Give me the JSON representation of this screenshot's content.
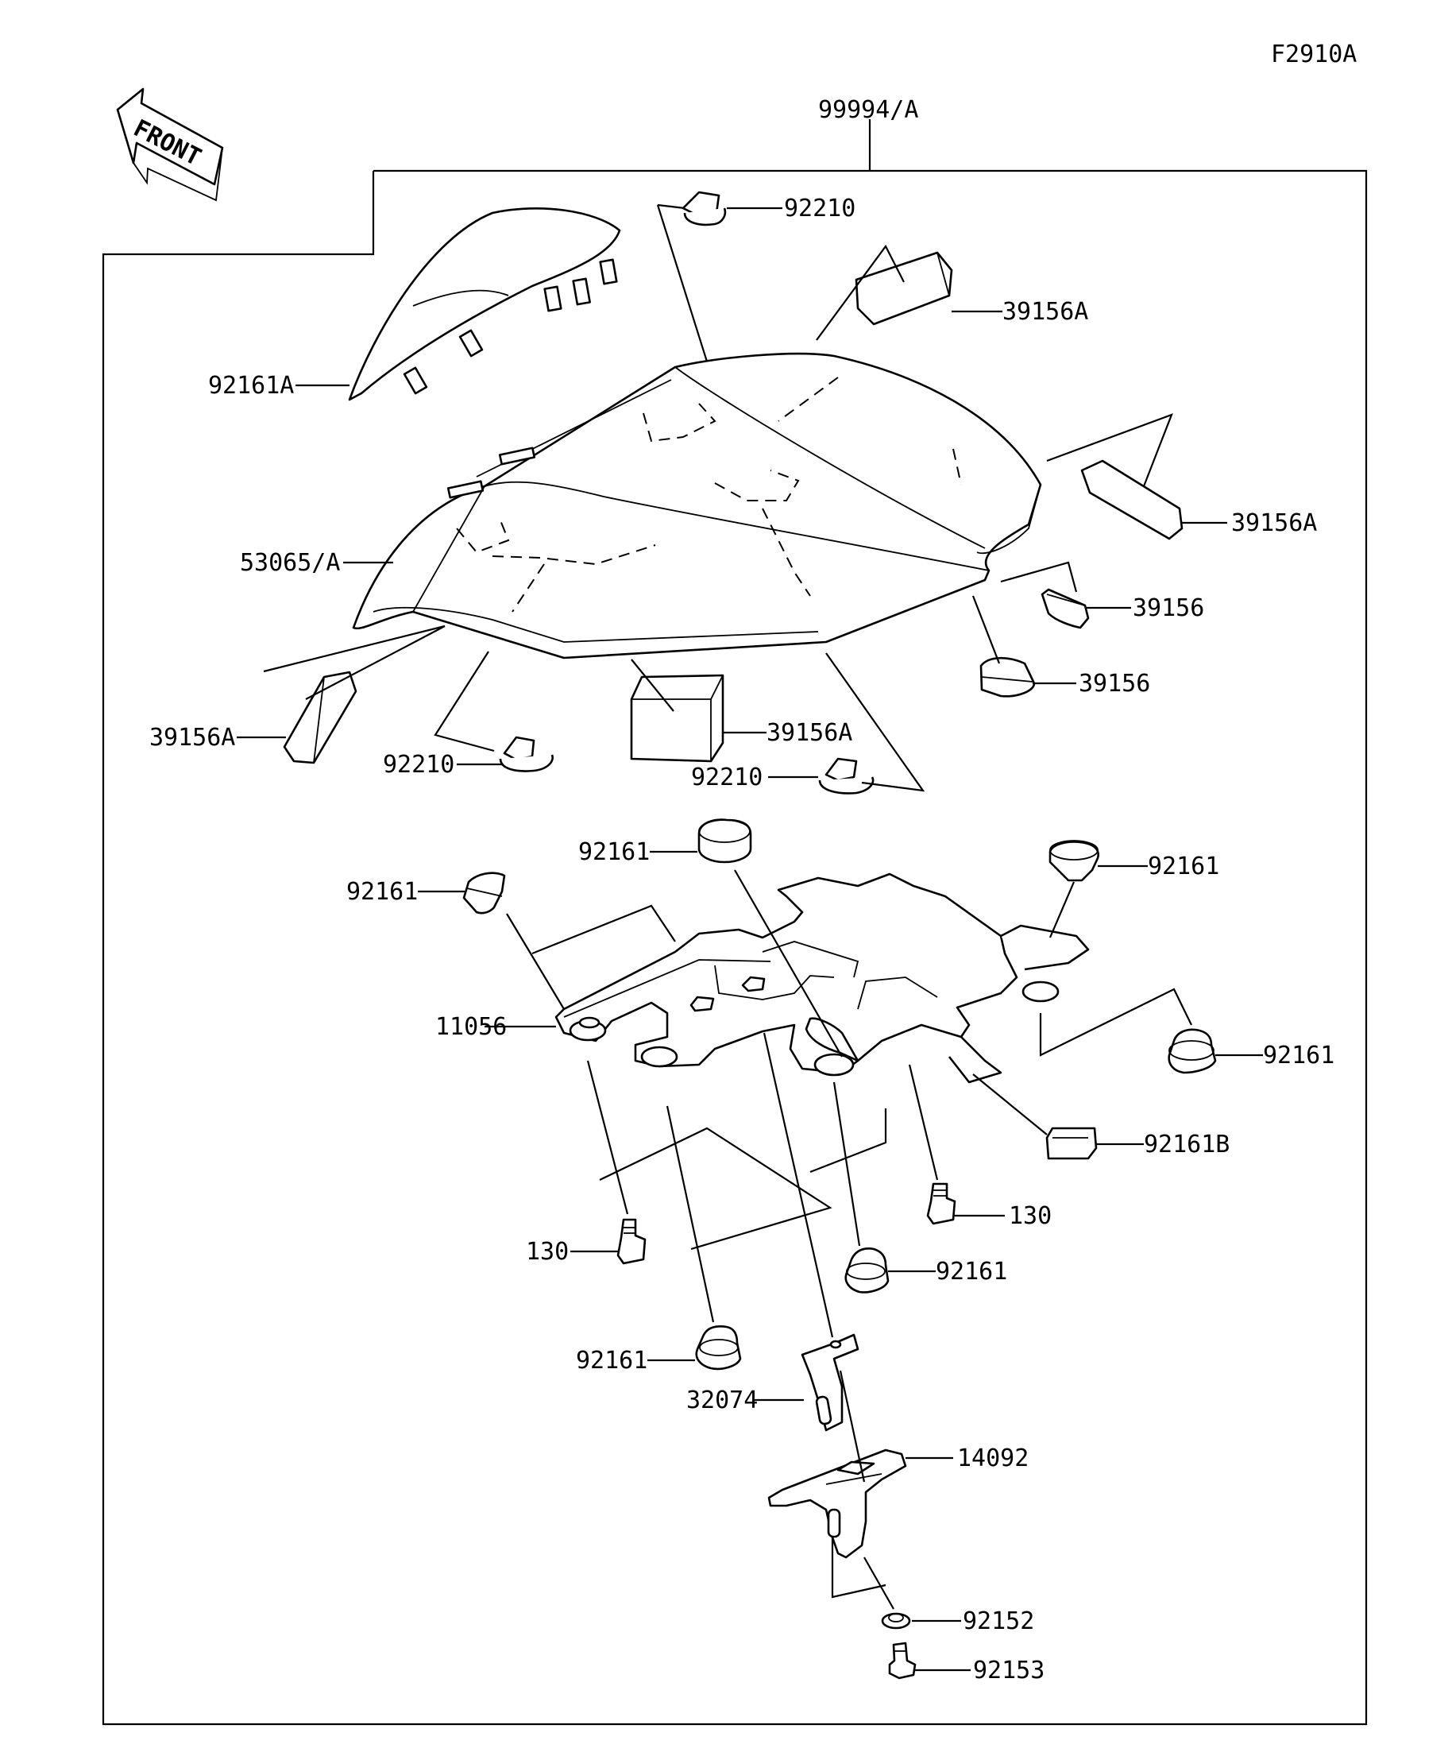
{
  "diagram_code": "F2910A",
  "front_arrow_label": "FRONT",
  "labels": {
    "kit": "99994/A",
    "nut_top": "92210",
    "damper_top": "39156A",
    "seat_cover_damper": "92161A",
    "damper_right": "39156A",
    "seat_cover": "53065/A",
    "damper_small_upper": "39156",
    "damper_small_lower": "39156",
    "damper_left": "39156A",
    "damper_center": "39156A",
    "nut_left": "92210",
    "nut_center": "92210",
    "damper_bracket_center": "92161",
    "damper_bracket_left": "92161",
    "damper_bracket_right_upper": "92161",
    "bracket": "11056",
    "damper_bracket_right_lower": "92161",
    "damper_rect": "92161B",
    "bolt_right": "130",
    "bolt_left": "130",
    "damper_bottom_center": "92161",
    "damper_bottom_left": "92161",
    "stay": "32074",
    "holder": "14092",
    "washer": "92152",
    "screw": "92153"
  }
}
